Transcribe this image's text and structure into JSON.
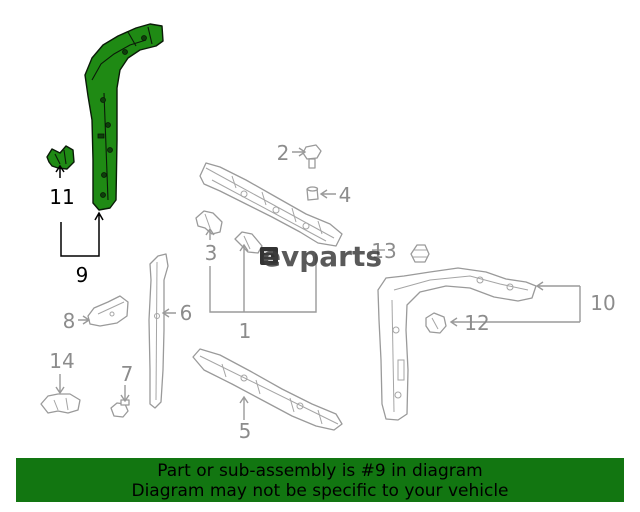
{
  "callouts": {
    "c1": "1",
    "c2": "2",
    "c3": "3",
    "c4": "4",
    "c5": "5",
    "c6": "6",
    "c7": "7",
    "c8": "8",
    "c9": "9",
    "c10": "10",
    "c11": "11",
    "c12": "12",
    "c13": "13",
    "c14": "14"
  },
  "highlighted_part": "9",
  "watermark": "evparts",
  "footer": {
    "line1": "Part or sub-assembly is #9 in diagram",
    "line2": "Diagram may not be specific to your vehicle"
  },
  "colors": {
    "highlight": "#1f8a14",
    "footer_background": "#127611",
    "callout_gray": "#8c8c8c"
  }
}
